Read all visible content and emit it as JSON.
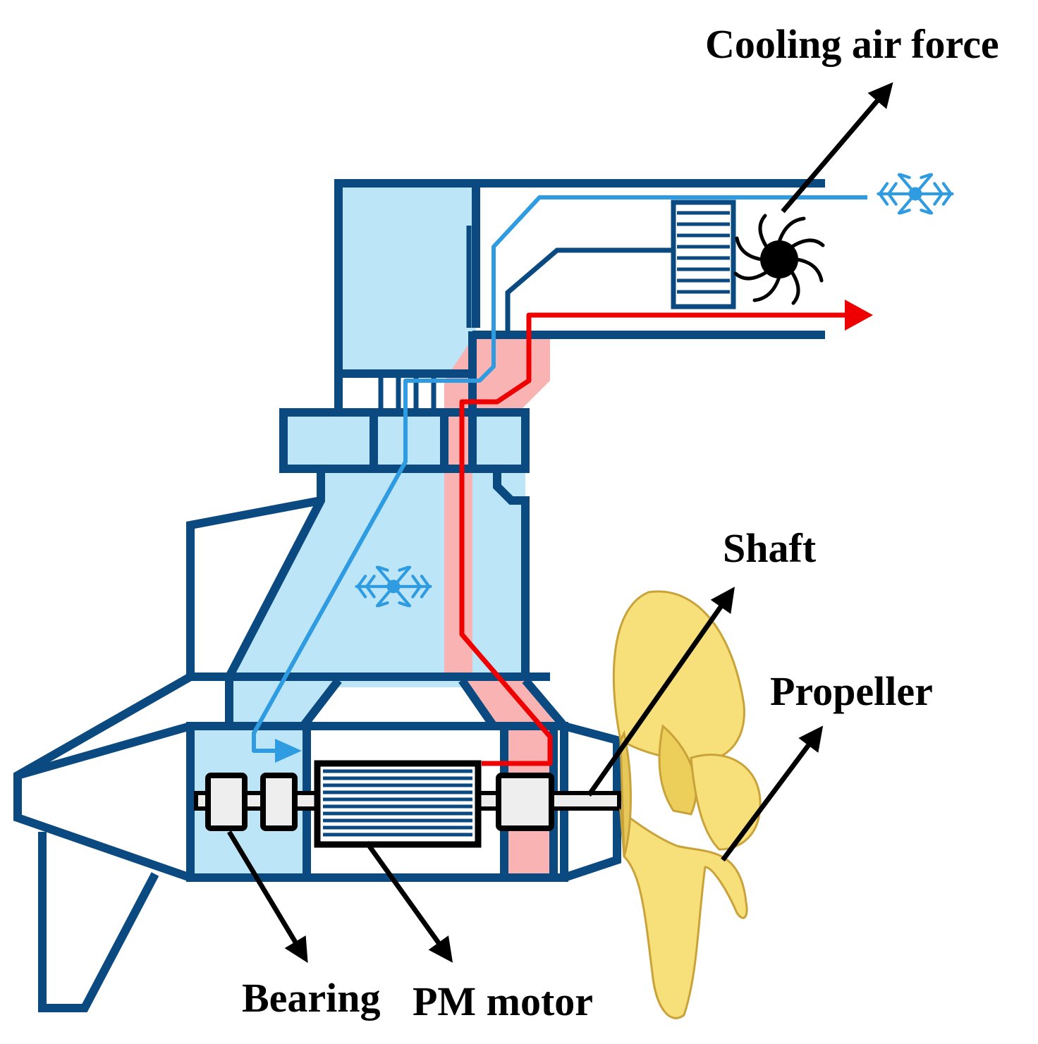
{
  "labels": {
    "cooling_air_force": "Cooling air force",
    "shaft": "Shaft",
    "propeller": "Propeller",
    "bearing": "Bearing",
    "pm_motor": "PM motor"
  },
  "colors": {
    "outline": "#0b4a80",
    "cool_fill": "#bde5f8",
    "cool_flow": "#2f9be0",
    "hot_fill": "#f9b3b3",
    "hot_flow": "#ee0000",
    "bearing_fill": "#eeeeee",
    "propeller_fill": "#f7e07a",
    "propeller_edge": "#c9a33a",
    "arrow": "#000000"
  },
  "icons": [
    "snowflake-icon",
    "fan-icon",
    "propeller-icon"
  ]
}
